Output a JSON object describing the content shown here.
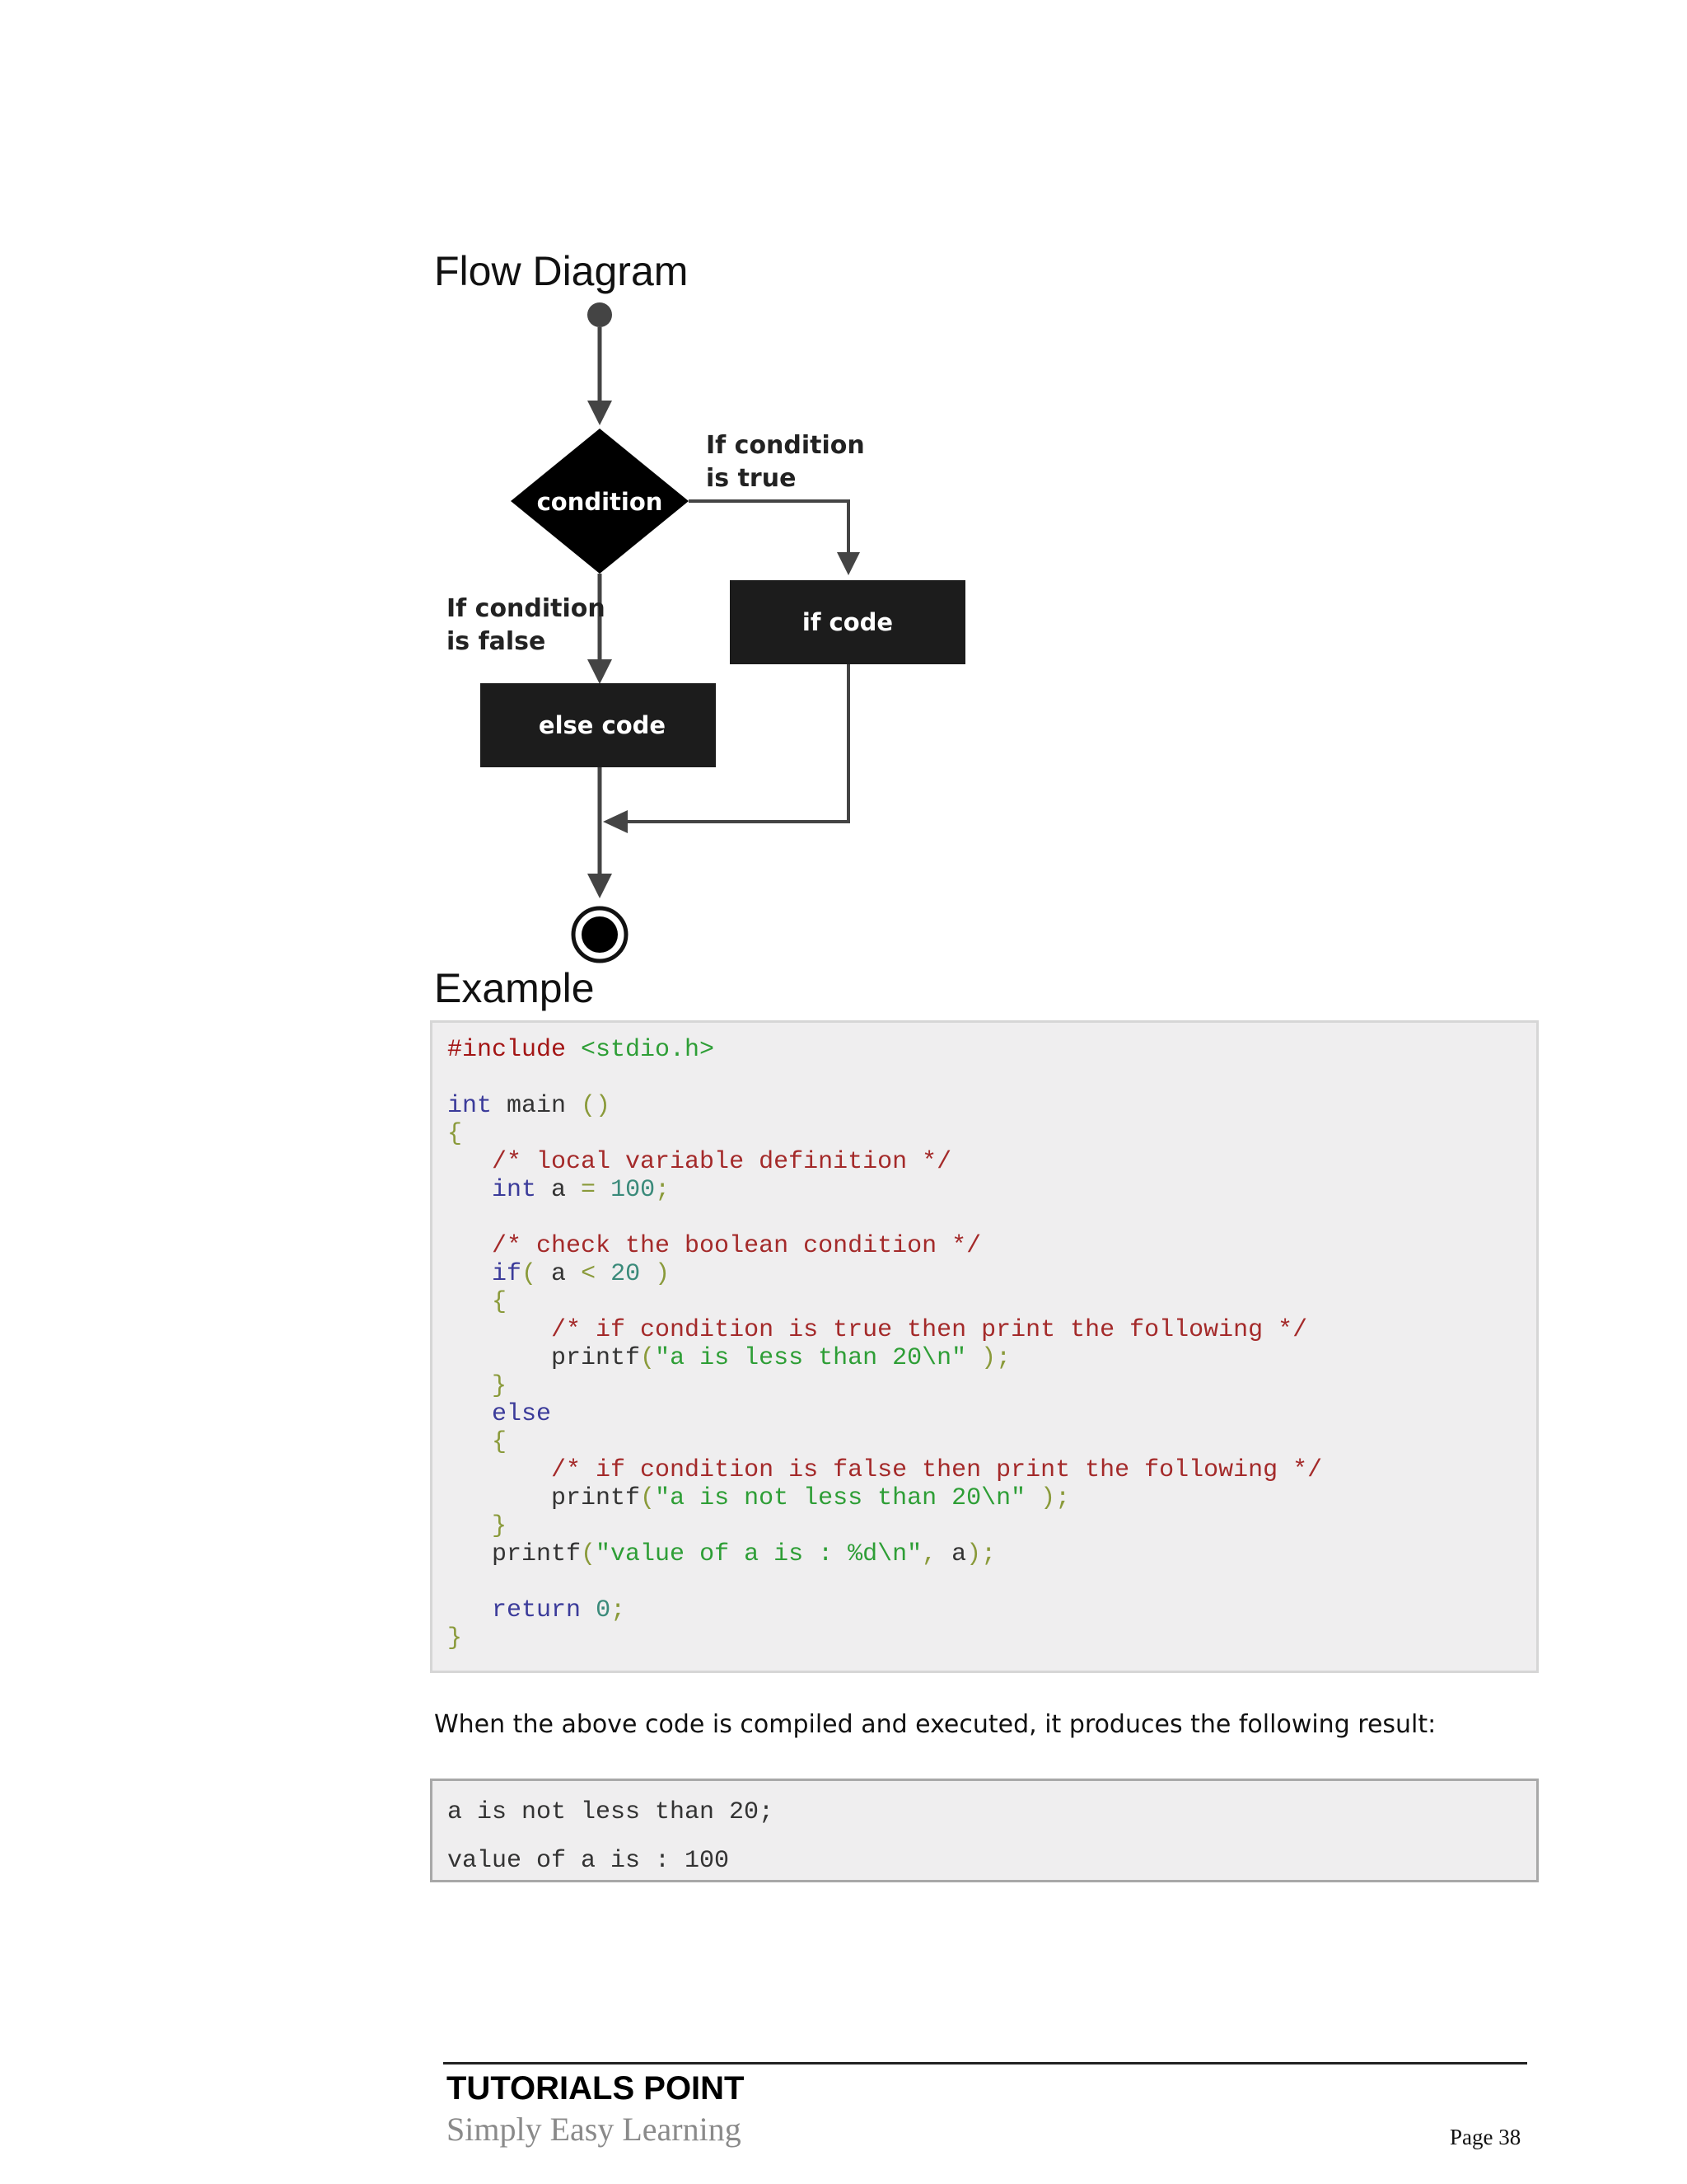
{
  "headings": {
    "flow": "Flow Diagram",
    "example": "Example"
  },
  "diagram": {
    "condition_label": "condition",
    "true_label_1": "If condition",
    "true_label_2": "is true",
    "false_label_1": "If condition",
    "false_label_2": "is false",
    "if_box": "if code",
    "else_box": "else code"
  },
  "code_lines": [
    [
      [
        "pre",
        "#include "
      ],
      [
        "str",
        "<stdio.h>"
      ]
    ],
    [],
    [
      [
        "kw",
        "int"
      ],
      [
        "pln",
        " main "
      ],
      [
        "pun",
        "()"
      ]
    ],
    [
      [
        "pun",
        "{"
      ]
    ],
    [
      [
        "pln",
        "   "
      ],
      [
        "com",
        "/* local variable definition */"
      ]
    ],
    [
      [
        "pln",
        "   "
      ],
      [
        "kw",
        "int"
      ],
      [
        "pln",
        " a "
      ],
      [
        "pun",
        "="
      ],
      [
        "pln",
        " "
      ],
      [
        "num",
        "100"
      ],
      [
        "pun",
        ";"
      ]
    ],
    [],
    [
      [
        "pln",
        "   "
      ],
      [
        "com",
        "/* check the boolean condition */"
      ]
    ],
    [
      [
        "pln",
        "   "
      ],
      [
        "kw",
        "if"
      ],
      [
        "pun",
        "("
      ],
      [
        "pln",
        " a "
      ],
      [
        "pun",
        "<"
      ],
      [
        "pln",
        " "
      ],
      [
        "num",
        "20"
      ],
      [
        "pln",
        " "
      ],
      [
        "pun",
        ")"
      ]
    ],
    [
      [
        "pln",
        "   "
      ],
      [
        "pun",
        "{"
      ]
    ],
    [
      [
        "pln",
        "       "
      ],
      [
        "com",
        "/* if condition is true then print the following */"
      ]
    ],
    [
      [
        "pln",
        "       printf"
      ],
      [
        "pun",
        "("
      ],
      [
        "str",
        "\"a is less than 20\\n\""
      ],
      [
        "pln",
        " "
      ],
      [
        "pun",
        ");"
      ]
    ],
    [
      [
        "pln",
        "   "
      ],
      [
        "pun",
        "}"
      ]
    ],
    [
      [
        "pln",
        "   "
      ],
      [
        "kw",
        "else"
      ]
    ],
    [
      [
        "pln",
        "   "
      ],
      [
        "pun",
        "{"
      ]
    ],
    [
      [
        "pln",
        "       "
      ],
      [
        "com",
        "/* if condition is false then print the following */"
      ]
    ],
    [
      [
        "pln",
        "       printf"
      ],
      [
        "pun",
        "("
      ],
      [
        "str",
        "\"a is not less than 20\\n\""
      ],
      [
        "pln",
        " "
      ],
      [
        "pun",
        ");"
      ]
    ],
    [
      [
        "pln",
        "   "
      ],
      [
        "pun",
        "}"
      ]
    ],
    [
      [
        "pln",
        "   printf"
      ],
      [
        "pun",
        "("
      ],
      [
        "str",
        "\"value of a is : %d\\n\""
      ],
      [
        "pun",
        ","
      ],
      [
        "pln",
        " a"
      ],
      [
        "pun",
        ");"
      ]
    ],
    [],
    [
      [
        "pln",
        "   "
      ],
      [
        "kw",
        "return"
      ],
      [
        "pln",
        " "
      ],
      [
        "num",
        "0"
      ],
      [
        "pun",
        ";"
      ]
    ],
    [
      [
        "pun",
        "}"
      ]
    ]
  ],
  "result_text": "When the above code is compiled and executed, it produces the following result:",
  "output_lines": [
    "a is not less than 20;",
    "value of a is : 100"
  ],
  "footer": {
    "brand": "TUTORIALS POINT",
    "tagline": "Simply Easy Learning",
    "page": "Page 38"
  }
}
